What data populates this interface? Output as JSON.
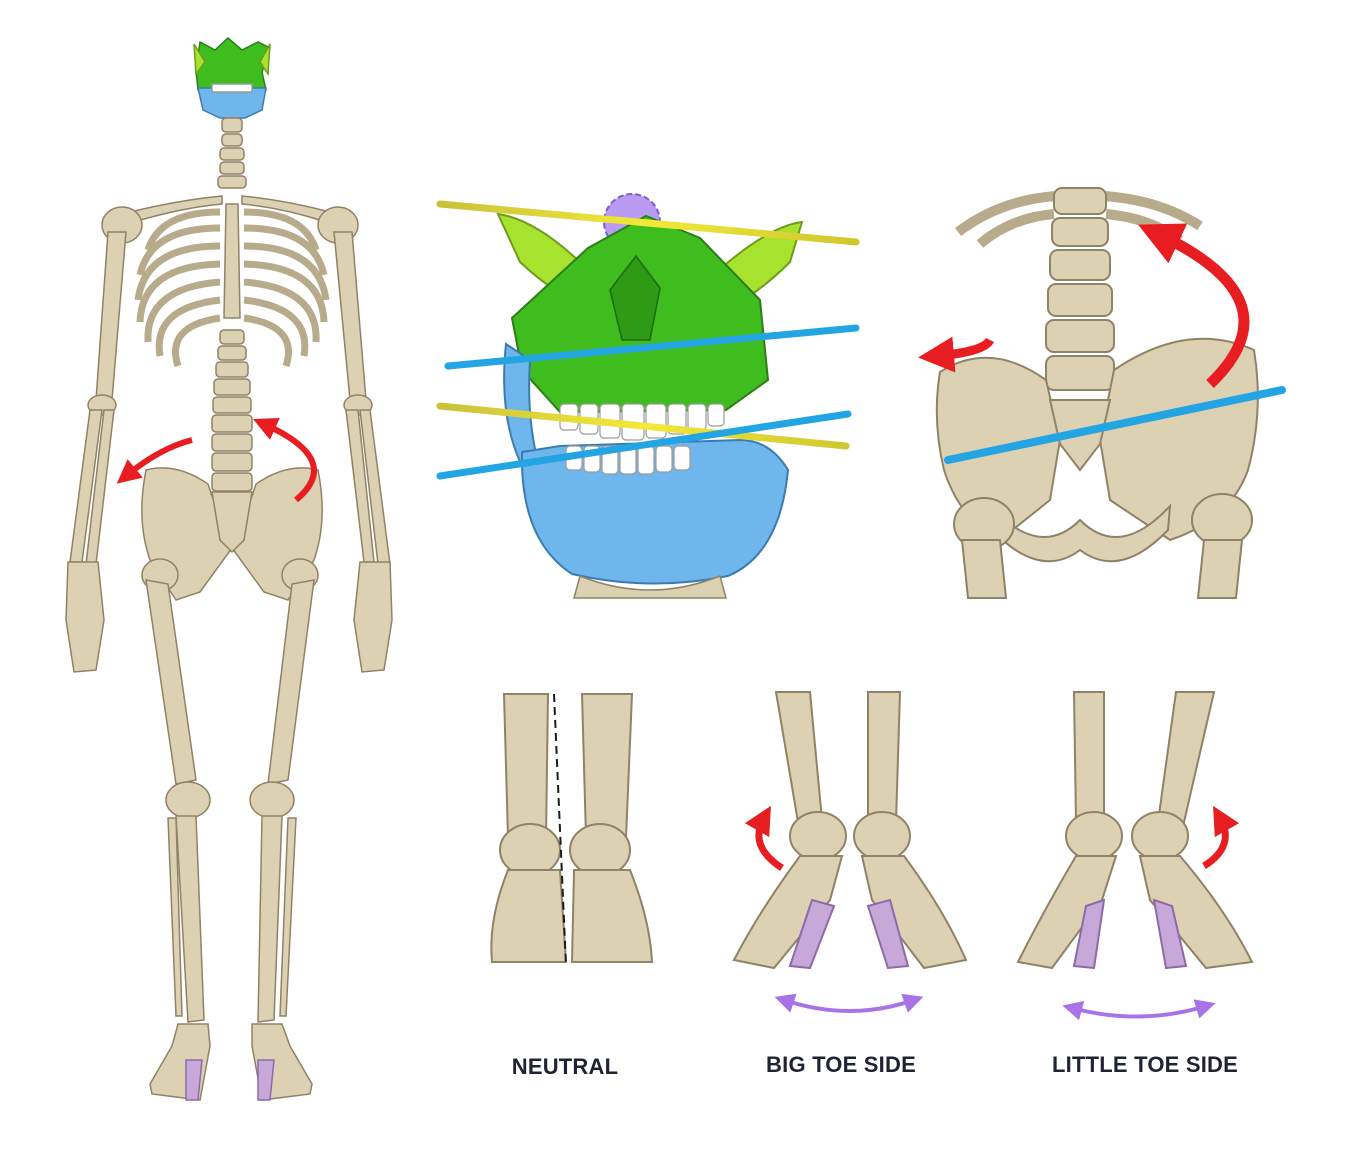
{
  "captions": {
    "neutral": "NEUTRAL",
    "big_toe_side": "BIG TOE SIDE",
    "little_toe_side": "LITTLE TOE SIDE"
  },
  "colors": {
    "bone": "#ddd1b3",
    "bone_stroke": "#8f8266",
    "skull_green": "#3fbd1f",
    "skull_lime": "#a6e22e",
    "jaw_blue": "#6fb6ec",
    "line_yellow": "#f0e33a",
    "line_blue": "#23a4e3",
    "arrow_red": "#e81d22",
    "arrow_purple": "#a873e6",
    "text_dark": "#1e2433"
  },
  "icons": [
    "rotation-arrow-icon",
    "double-headed-arrow-icon"
  ]
}
